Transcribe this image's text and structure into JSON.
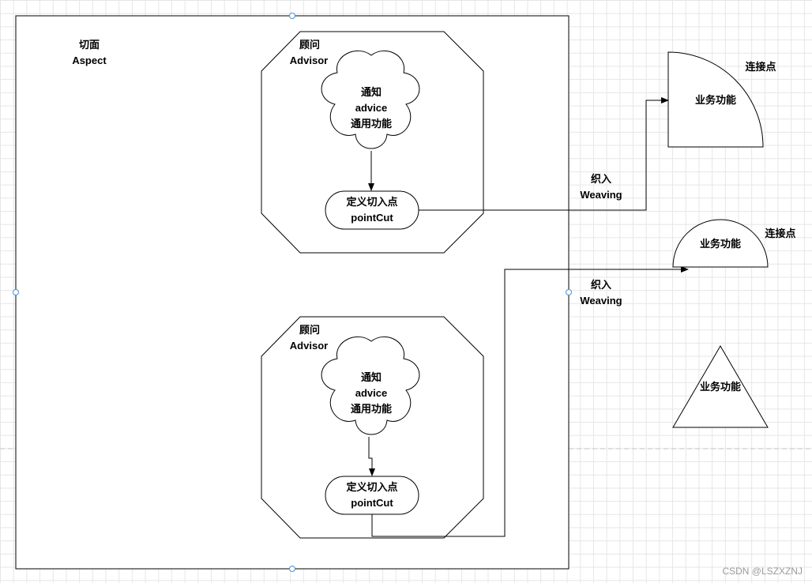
{
  "aspect": {
    "title": "切面",
    "subtitle": "Aspect"
  },
  "advisors": [
    {
      "title": "顾问",
      "subtitle": "Advisor",
      "advice": [
        "通知",
        "advice",
        "通用功能"
      ],
      "pointcut": [
        "定义切入点",
        "pointCut"
      ]
    },
    {
      "title": "顾问",
      "subtitle": "Advisor",
      "advice": [
        "通知",
        "advice",
        "通用功能"
      ],
      "pointcut": [
        "定义切入点",
        "pointCut"
      ]
    }
  ],
  "weaving": [
    {
      "line1": "织入",
      "line2": "Weaving"
    },
    {
      "line1": "织入",
      "line2": "Weaving"
    }
  ],
  "business": [
    {
      "label": "业务功能",
      "joinpoint": "连接点"
    },
    {
      "label": "业务功能",
      "joinpoint": "连接点"
    },
    {
      "label": "业务功能"
    }
  ],
  "watermark": "CSDN @LSZXZNJ"
}
